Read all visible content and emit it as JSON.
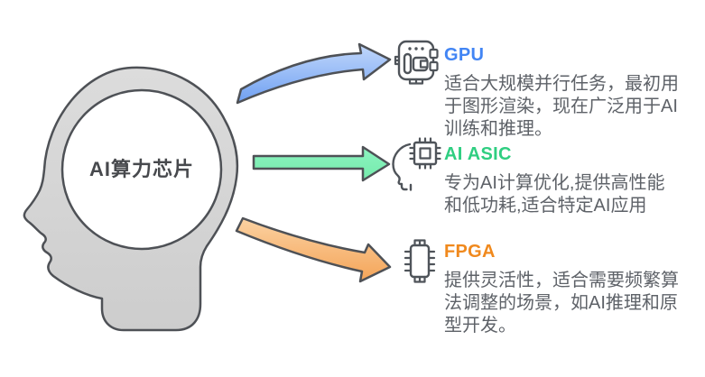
{
  "center": {
    "label": "AI算力芯片"
  },
  "branches": [
    {
      "id": "gpu",
      "title": "GPU",
      "title_color": "#4285F4",
      "arrow_colors": [
        "#C2D8FB",
        "#6FA0F2"
      ],
      "icon": "gpu-board-icon",
      "description": "适合大规模并行任务，最初用\n于图形渲染，现在广泛用于AI\n训练和推理。"
    },
    {
      "id": "ai-asic",
      "title": "AI ASIC",
      "title_color": "#2FCE81",
      "arrow_colors": [
        "#8DF3C0",
        "#74EBAC"
      ],
      "icon": "brain-chip-icon",
      "description": "专为AI计算优化,提供高性能\n和低功耗,适合特定AI应用"
    },
    {
      "id": "fpga",
      "title": "FPGA",
      "title_color": "#F0891D",
      "arrow_colors": [
        "#FBD2A2",
        "#F4A458"
      ],
      "icon": "chip-icon",
      "description": "提供灵活性，适合需要频繁算\n法调整的场景，如AI推理和原\n型开发。"
    }
  ],
  "style": {
    "background": "#FFFFFF",
    "head_fill": "#D6D6D6",
    "outline_color": "#4E5156",
    "body_text_color": "#5E6268",
    "center_text_color": "#47494D"
  }
}
